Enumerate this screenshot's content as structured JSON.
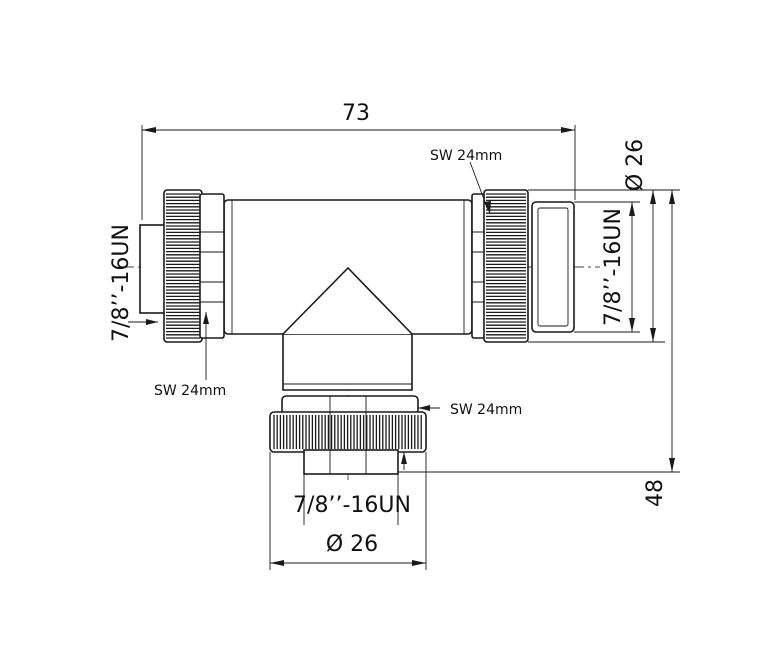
{
  "dimensions": {
    "overall_length": "73",
    "overall_height": "48",
    "right_diameter": "Ø 26",
    "bottom_diameter": "Ø 26",
    "left_thread": "7/8’’-16UN",
    "right_thread": "7/8’’-16UN",
    "bottom_thread": "7/8’’-16UN",
    "wrench_top_right": "SW 24mm",
    "wrench_left": "SW 24mm",
    "wrench_bottom": "SW 24mm"
  },
  "colors": {
    "line": "#1a1a1a",
    "background": "#ffffff"
  }
}
